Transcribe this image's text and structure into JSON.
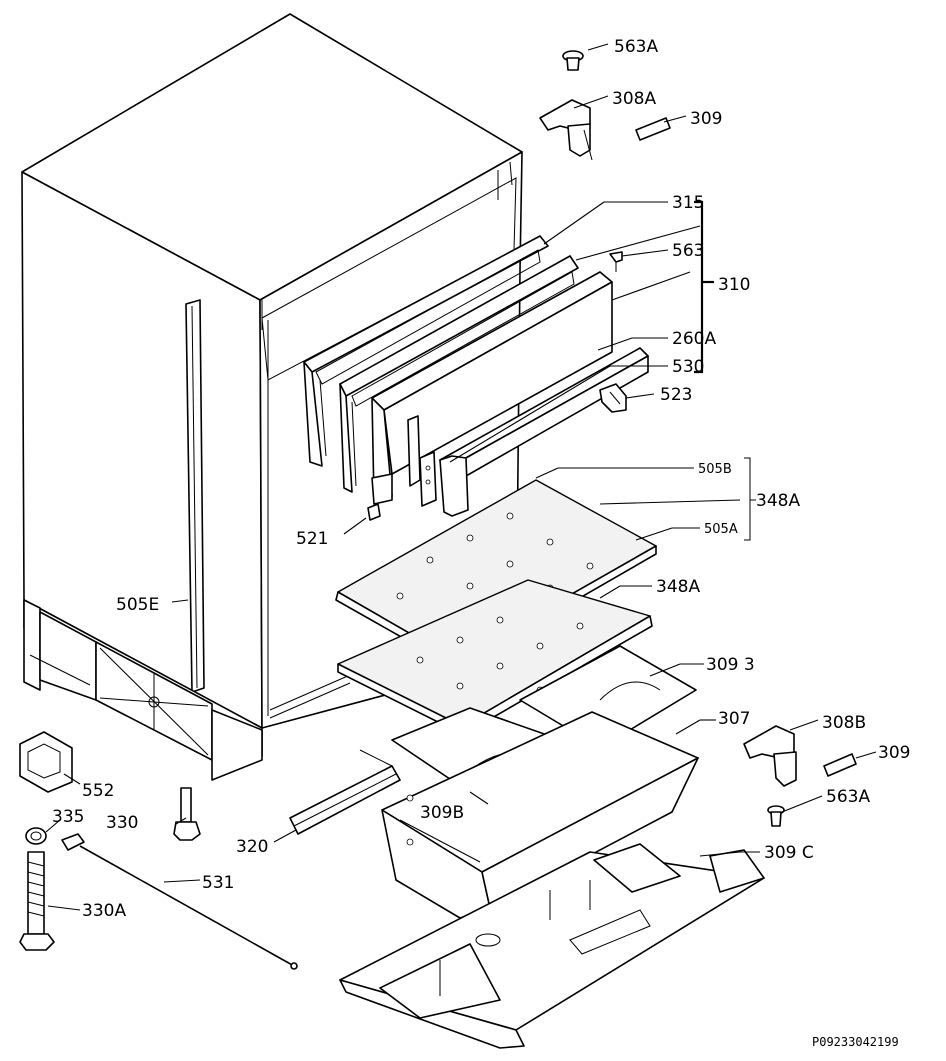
{
  "labels": {
    "l563A_top": "563A",
    "l308A": "308A",
    "l309_top": "309",
    "l315": "315",
    "l563": "563",
    "l310": "310",
    "l260A": "260A",
    "l530": "530",
    "l523": "523",
    "l505B": "505B",
    "l348A_top": "348A",
    "l505A": "505A",
    "l521": "521",
    "l348A_mid": "348A",
    "l505E": "505E",
    "l309_3": "309 3",
    "l307": "307",
    "l308B": "308B",
    "l309_right": "309",
    "l552": "552",
    "l563A_right": "563A",
    "l335": "335",
    "l330": "330",
    "l309B": "309B",
    "l320": "320",
    "l309C": "309 C",
    "l531": "531",
    "l330A": "330A"
  },
  "reference_code": "P09233042199"
}
